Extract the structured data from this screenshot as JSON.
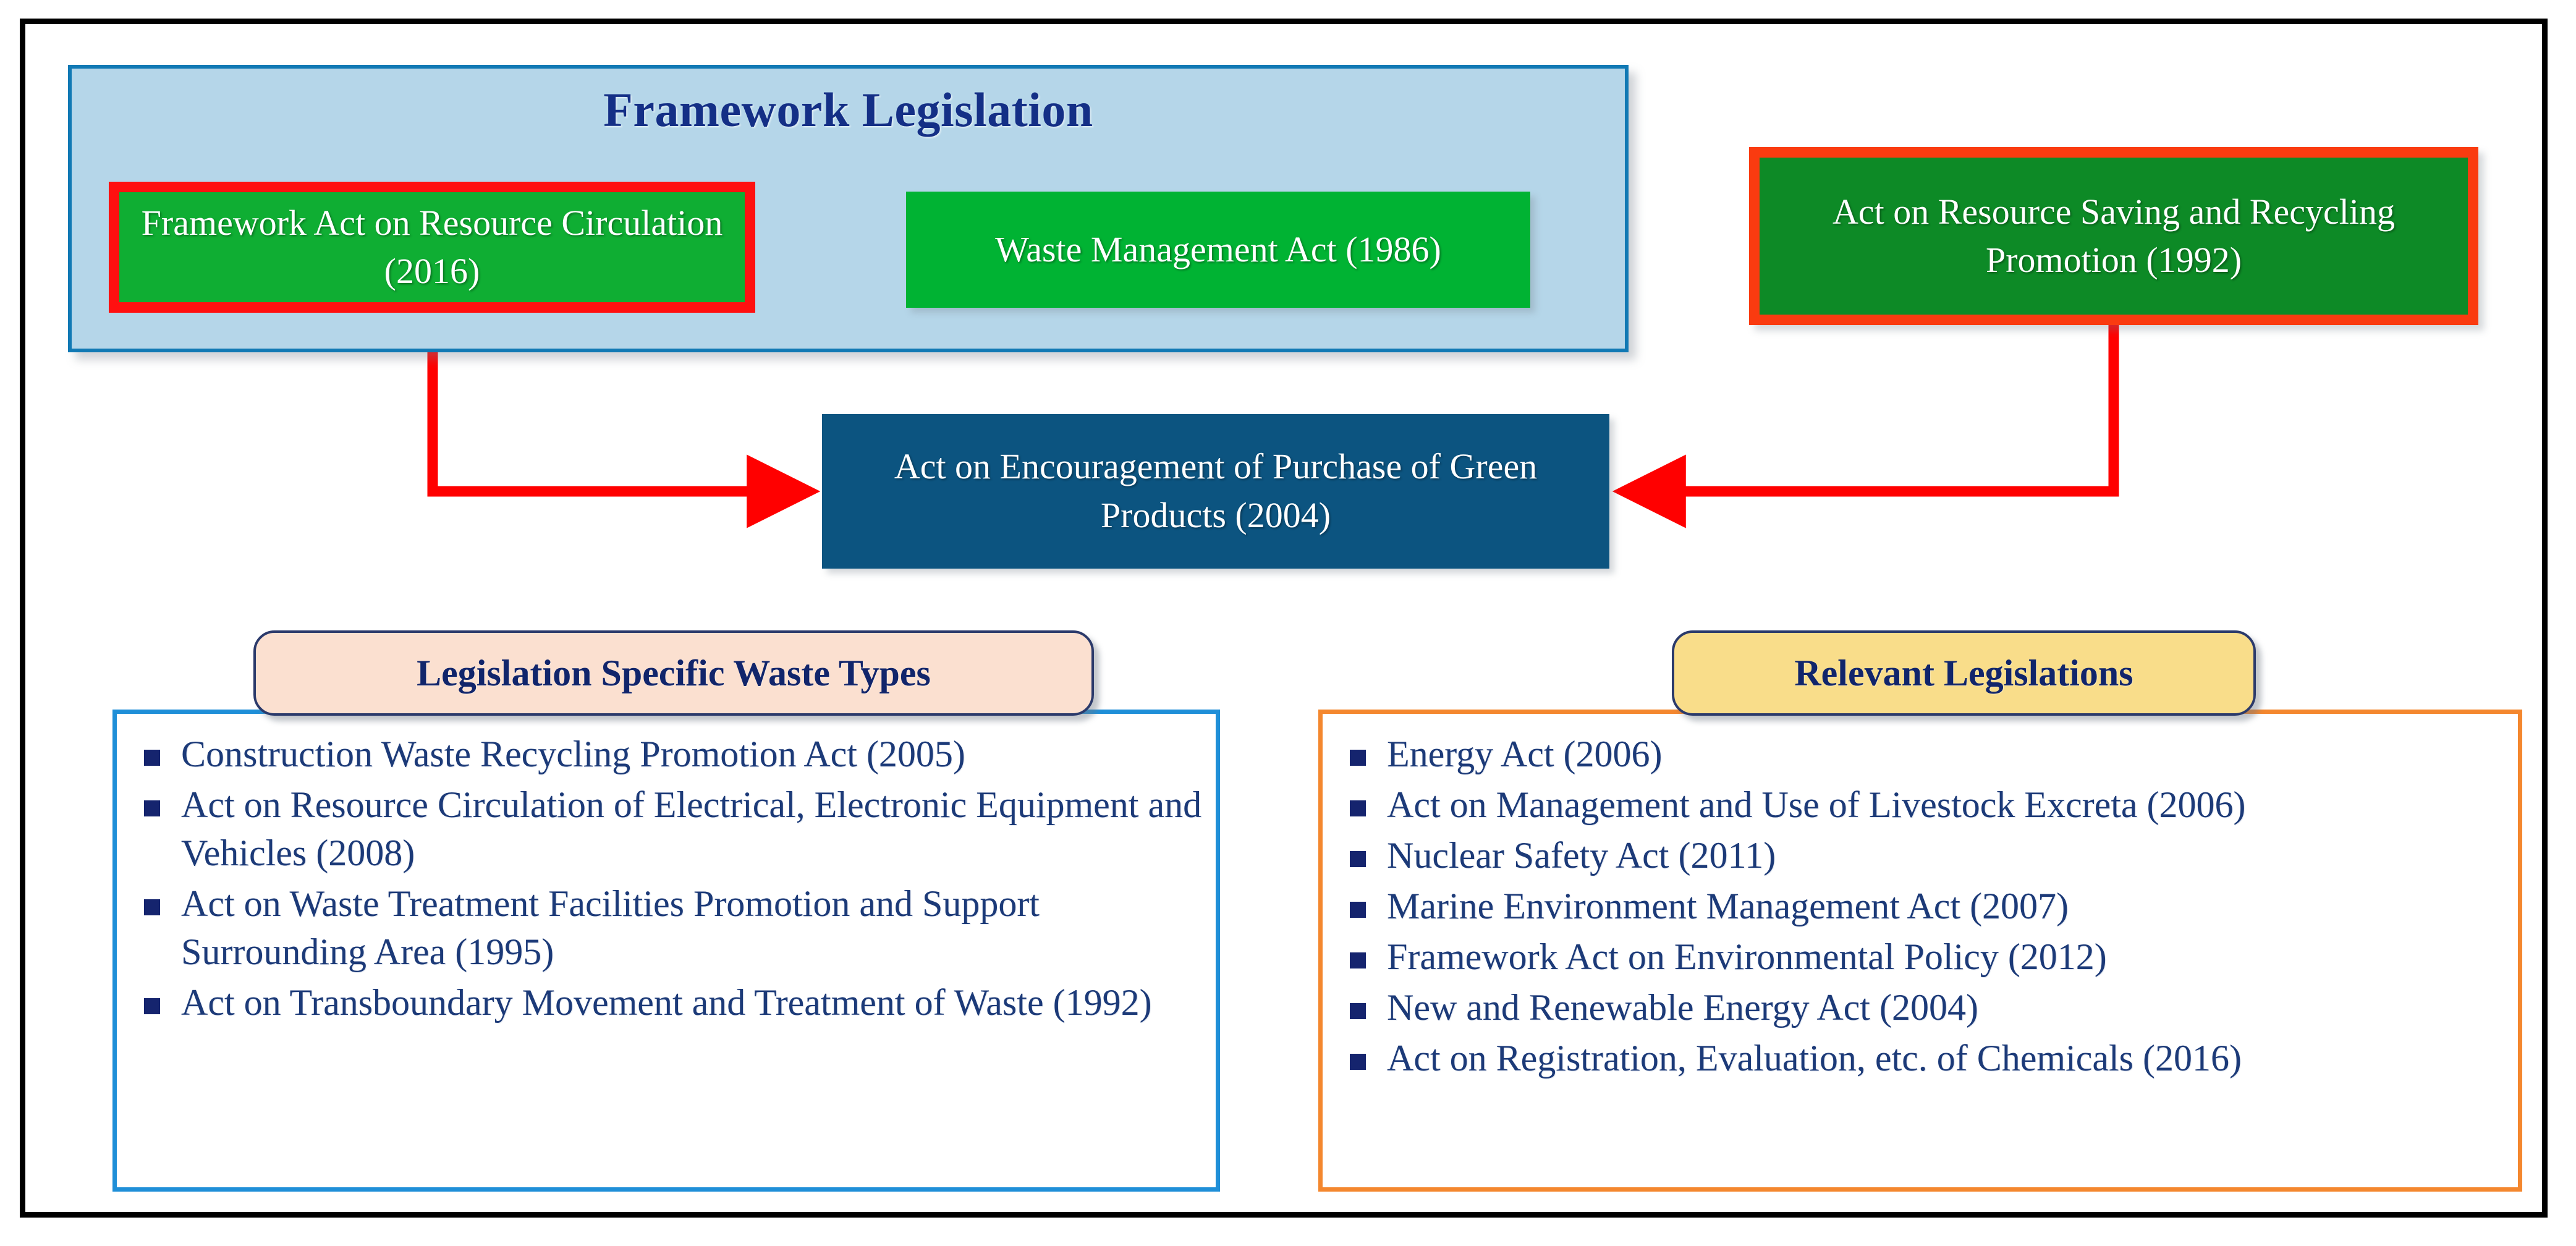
{
  "framework": {
    "title": "Framework Legislation",
    "boxes": [
      {
        "name": "framework-act-on-resource-circulation",
        "label": "Framework Act on Resource Circulation (2016)",
        "fill": "#0fae33",
        "border": "#ff1010"
      },
      {
        "name": "waste-management-act",
        "label": "Waste Management Act (1986)",
        "fill": "#00b333",
        "border": "none"
      }
    ]
  },
  "resource_saving": {
    "label": "Act on Resource Saving and Recycling Promotion (1992)",
    "fill": "#0d8a26",
    "border": "#fa3b10"
  },
  "green_products": {
    "label": "Act on Encouragement of Purchase of Green Products (2004)",
    "fill": "#0c5480"
  },
  "connectors": {
    "color": "#ff0000",
    "from_framework_act_to_green_products": "elbow-down-right-arrow",
    "from_resource_saving_to_green_products": "elbow-down-left-arrow"
  },
  "left_panel": {
    "header": "Legislation Specific Waste Types",
    "header_fill": "#fbe0d0",
    "border_color": "#1f8fd8",
    "items": [
      "Construction Waste Recycling Promotion Act (2005)",
      "Act on Resource Circulation of Electrical, Electronic Equipment and Vehicles (2008)",
      "Act on Waste Treatment Facilities Promotion and Support Surrounding Area (1995)",
      "Act on Transboundary Movement and Treatment of Waste (1992)"
    ]
  },
  "right_panel": {
    "header": "Relevant Legislations",
    "header_fill": "#f9dd8a",
    "border_color": "#f4872e",
    "items": [
      "Energy Act (2006)",
      "Act on Management and Use of Livestock Excreta (2006)",
      "Nuclear Safety Act (2011)",
      "Marine Environment Management Act (2007)",
      "Framework Act on Environmental Policy (2012)",
      "New and Renewable Energy Act (2004)",
      "Act on Registration, Evaluation, etc. of Chemicals (2016)"
    ]
  }
}
